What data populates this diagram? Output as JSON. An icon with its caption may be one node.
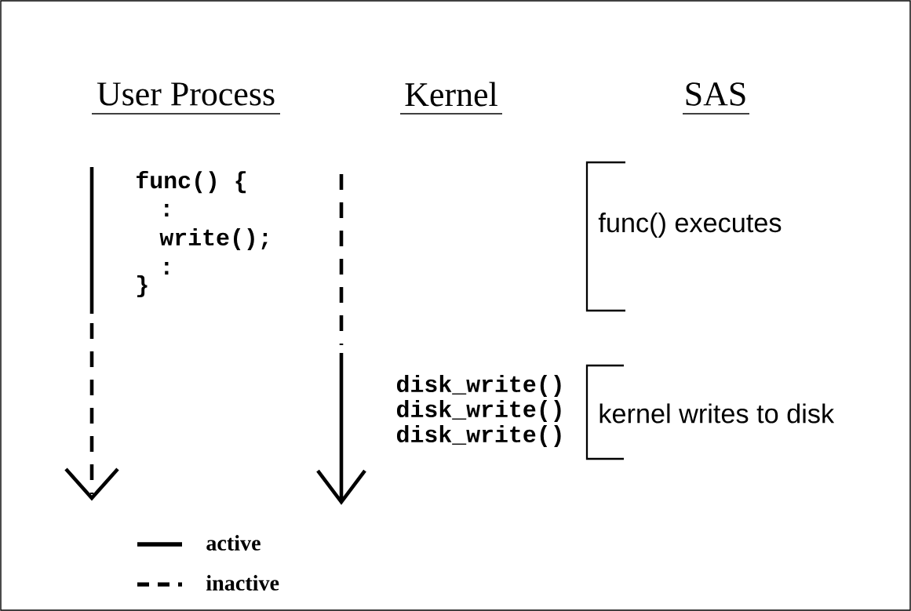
{
  "diagram": {
    "labels": [
      "User Process",
      "Kernel",
      "SAS",
      "func() {",
      ":",
      "write();",
      ":",
      "}",
      "func() executes",
      "disk_write()",
      "disk_write()",
      "disk_write()",
      "kernel writes to disk"
    ],
    "legend": [
      {
        "text": "active"
      },
      {
        "text": "inactive"
      }
    ]
  }
}
